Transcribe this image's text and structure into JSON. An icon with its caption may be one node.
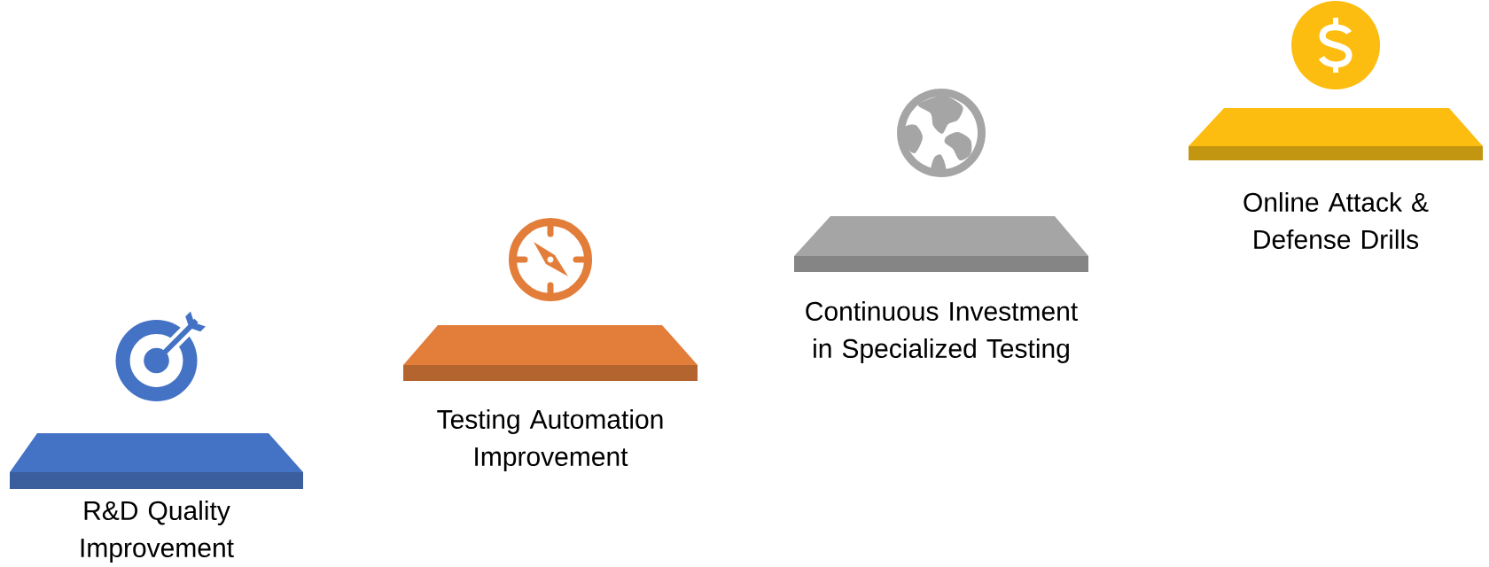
{
  "diagram": {
    "nodes": [
      {
        "text": [
          "R&D Quality Improvement"
        ]
      },
      {
        "text": [
          "Testing Automation Improvement"
        ]
      },
      {
        "text": [
          "Continuous Investment in Specialized Testing"
        ]
      },
      {
        "text": [
          "Online Attack & Defense Drills"
        ]
      }
    ]
  }
}
